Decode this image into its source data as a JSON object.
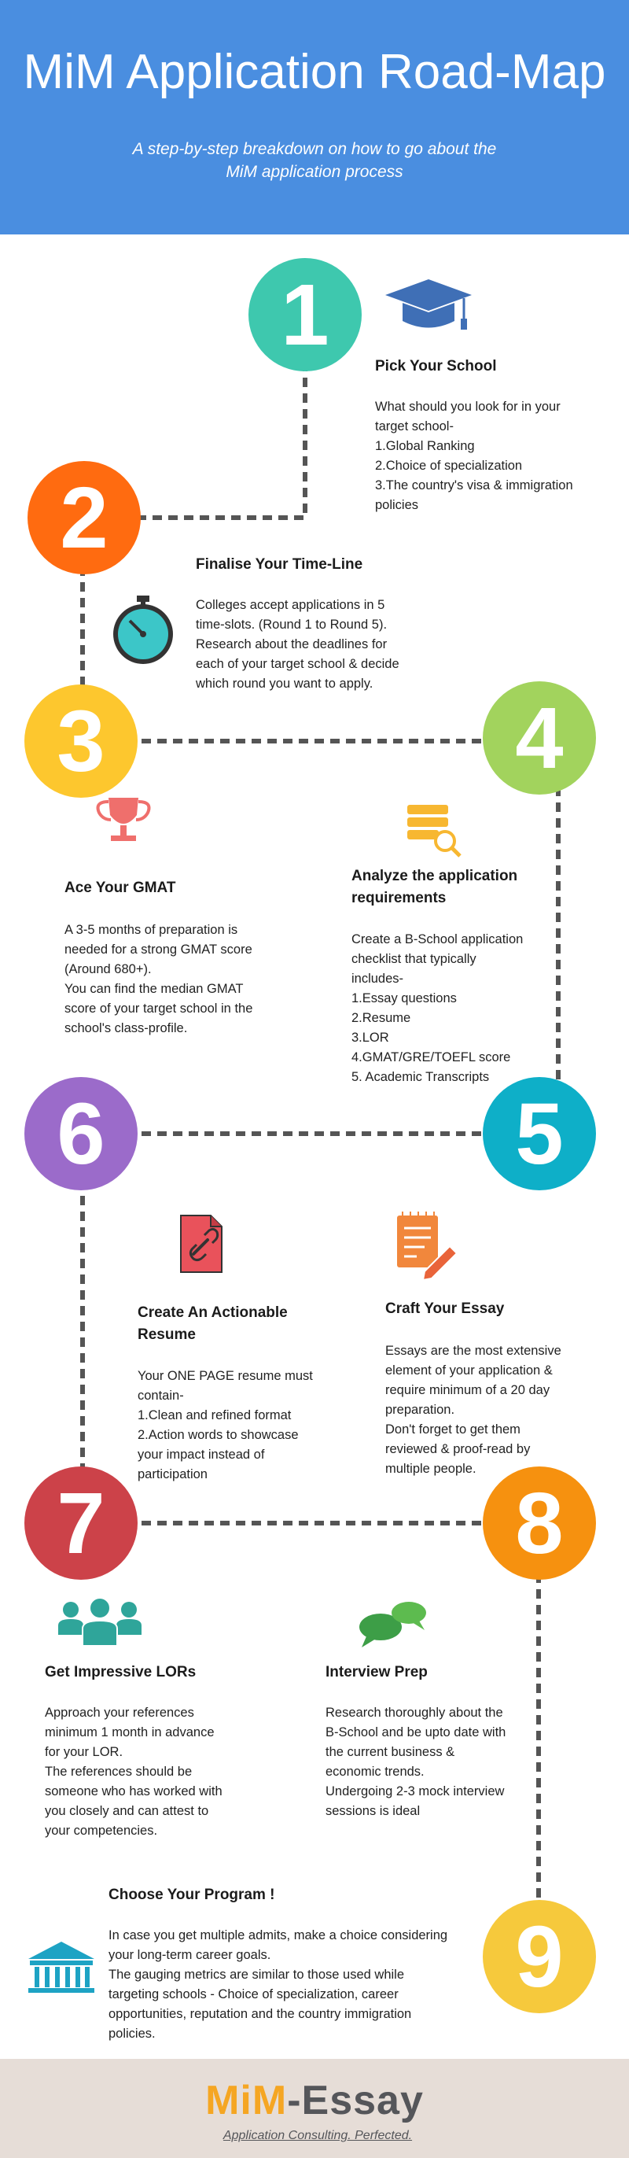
{
  "header": {
    "title": "MiM Application Road-Map",
    "subtitle_line1": "A step-by-step breakdown on how to go about the",
    "subtitle_line2": "MiM application process"
  },
  "colors": {
    "header_bg": "#4a8ee0",
    "step1": "#3ec8ae",
    "step2": "#ff6b10",
    "step3": "#fdc72e",
    "step4": "#a2d35d",
    "step5": "#0eafc8",
    "step6": "#9b6bca",
    "step7": "#cc4249",
    "step8": "#f6910f",
    "step9": "#f6c93c",
    "dash": "#555555"
  },
  "steps": [
    {
      "number": "1",
      "icon": "graduation-cap-icon",
      "title": "Pick Your School",
      "lines": [
        "What should you look for in your",
        "target school-",
        "1.Global Ranking",
        "2.Choice of specialization",
        "3.The country's visa & immigration",
        "policies"
      ]
    },
    {
      "number": "2",
      "icon": "stopwatch-icon",
      "title": "Finalise Your Time-Line",
      "lines": [
        "Colleges accept applications in 5",
        "time-slots. (Round 1 to Round 5).",
        "Research about the deadlines for",
        "each of your target school & decide",
        "which round you want to apply."
      ]
    },
    {
      "number": "3",
      "icon": "trophy-icon",
      "title": "Ace Your GMAT",
      "lines": [
        "A 3-5 months of preparation is",
        "needed for a strong GMAT score",
        "(Around 680+).",
        "You can find the median GMAT",
        "score of your target school in the",
        "school's class-profile."
      ]
    },
    {
      "number": "4",
      "icon": "database-search-icon",
      "title_line1": "Analyze the application",
      "title_line2": "requirements",
      "lines": [
        "Create a B-School application",
        "checklist that typically",
        "includes-",
        "1.Essay questions",
        "2.Resume",
        "3.LOR",
        "4.GMAT/GRE/TOEFL score",
        "5. Academic Transcripts"
      ]
    },
    {
      "number": "5",
      "icon": "notepad-pencil-icon",
      "title": "Craft Your Essay",
      "lines": [
        "Essays are the most extensive",
        "element of your application &",
        "require minimum of a 20 day",
        "preparation.",
        "Don't forget to get them",
        "reviewed & proof-read by",
        "multiple people."
      ]
    },
    {
      "number": "6",
      "icon": "document-link-icon",
      "title_line1": "Create An Actionable",
      "title_line2": "Resume",
      "lines": [
        "Your ONE PAGE resume must",
        "contain-",
        "1.Clean and refined format",
        "2.Action words to showcase",
        "your impact instead of",
        "participation"
      ]
    },
    {
      "number": "7",
      "icon": "people-group-icon",
      "title": "Get Impressive LORs",
      "lines": [
        "Approach your references",
        "minimum 1 month in advance",
        "for your LOR.",
        "The references should be",
        "someone who has worked with",
        "you closely and can attest to",
        "your competencies."
      ]
    },
    {
      "number": "8",
      "icon": "chat-bubbles-icon",
      "title": "Interview Prep",
      "lines": [
        "Research thoroughly about the",
        "B-School and be upto date with",
        "the current business &",
        "economic trends.",
        "Undergoing 2-3 mock interview",
        "sessions is ideal"
      ]
    },
    {
      "number": "9",
      "icon": "university-building-icon",
      "title": "Choose Your Program !",
      "lines": [
        "In case you get multiple admits, make a choice considering",
        "your long-term career goals.",
        "The gauging metrics are similar to those used while",
        "targeting schools - Choice of specialization, career",
        "opportunities, reputation and the country immigration",
        "policies."
      ]
    }
  ],
  "footer": {
    "logo_part1": "MiM",
    "logo_part2": "-Essay",
    "tagline": "Application Consulting. Perfected."
  }
}
